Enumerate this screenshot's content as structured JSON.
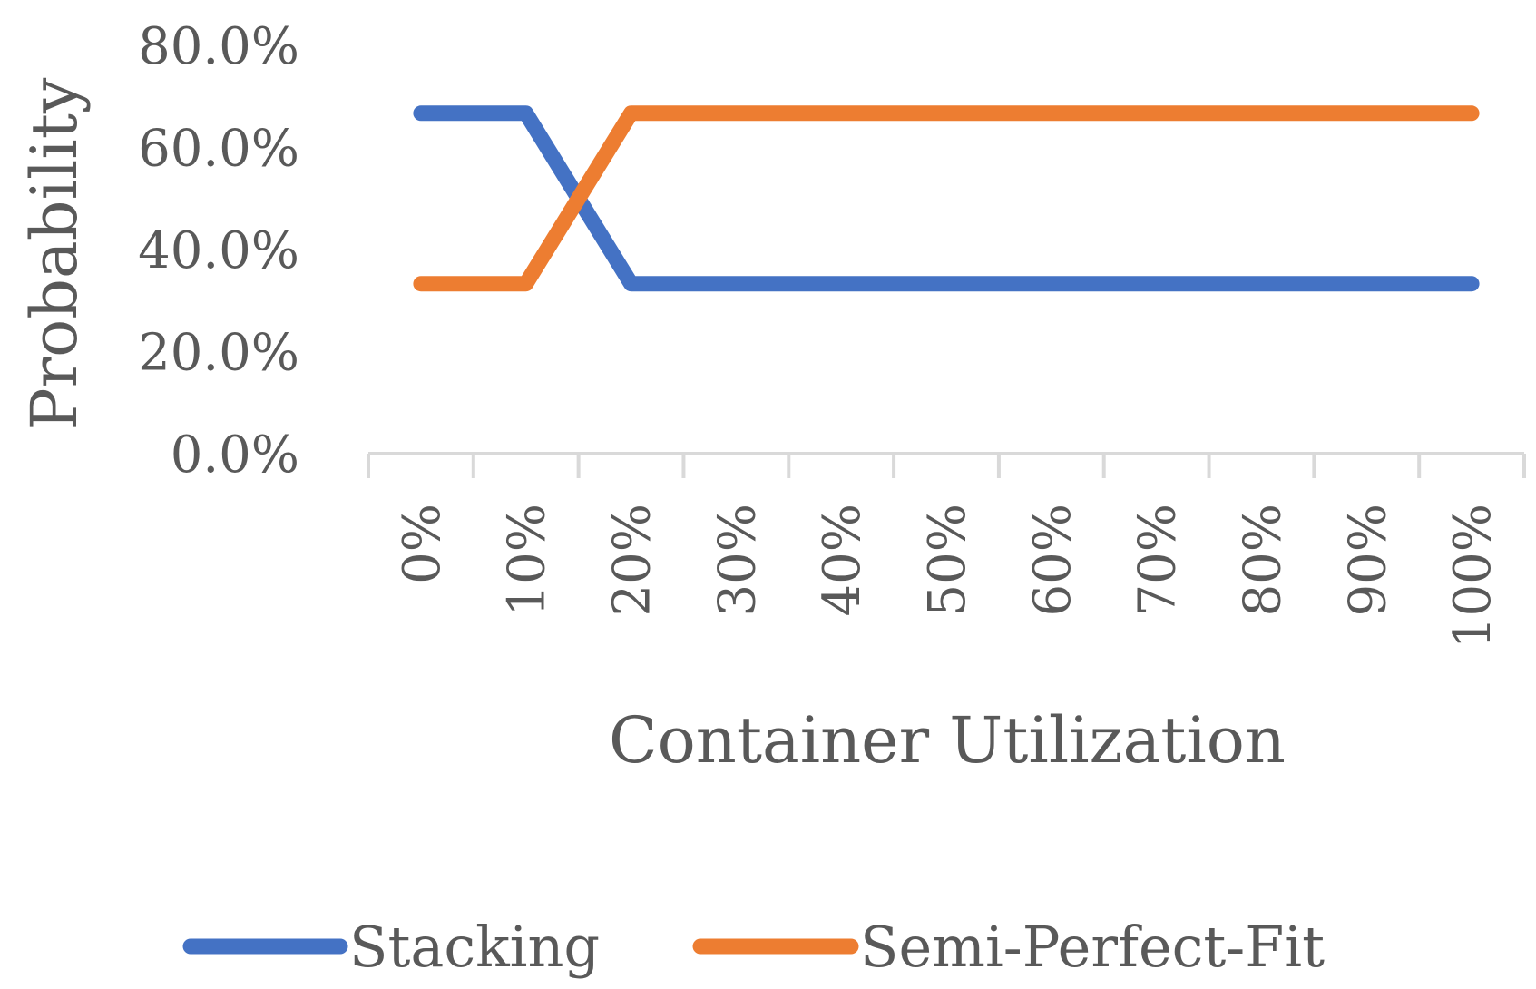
{
  "chart_data": {
    "type": "line",
    "title": "",
    "xlabel": "Container Utilization",
    "ylabel": "Probability",
    "categories": [
      "0%",
      "10%",
      "20%",
      "30%",
      "40%",
      "50%",
      "60%",
      "70%",
      "80%",
      "90%",
      "100%"
    ],
    "y_ticks": [
      "0.0%",
      "20.0%",
      "40.0%",
      "60.0%",
      "80.0%"
    ],
    "ylim": [
      0,
      80
    ],
    "grid": false,
    "legend_position": "bottom",
    "series": [
      {
        "name": "Stacking",
        "color": "#4472C4",
        "values": [
          66.7,
          66.7,
          33.3,
          33.3,
          33.3,
          33.3,
          33.3,
          33.3,
          33.3,
          33.3,
          33.3
        ]
      },
      {
        "name": "Semi-Perfect-Fit",
        "color": "#ED7D31",
        "values": [
          33.3,
          33.3,
          66.7,
          66.7,
          66.7,
          66.7,
          66.7,
          66.7,
          66.7,
          66.7,
          66.7
        ]
      }
    ],
    "axis_color": "#D9D9D9"
  }
}
